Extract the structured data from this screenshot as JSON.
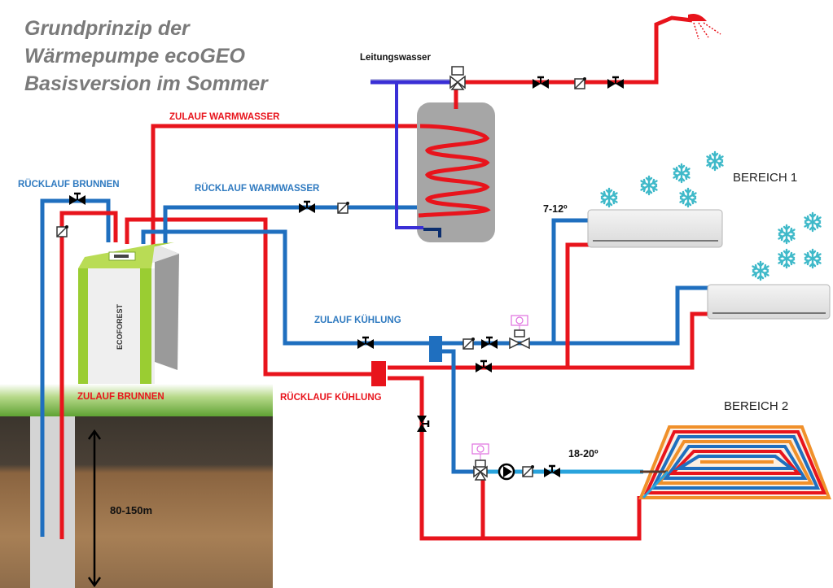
{
  "title": {
    "line1": "Grundprinzip der",
    "line2": "Wärmepumpe ecoGEO",
    "line3": "Basisversion im Sommer"
  },
  "labels": {
    "tap_water": "Leitungswasser",
    "hot_water_supply": "ZULAUF WARMWASSER",
    "hot_water_return": "RÜCKLAUF WARMWASSER",
    "well_return": "RÜCKLAUF BRUNNEN",
    "well_supply": "ZULAUF BRUNNEN",
    "cooling_supply": "ZULAUF KÜHLUNG",
    "cooling_return": "RÜCKLAUF KÜHLUNG",
    "zone1": "BEREICH 1",
    "zone2": "BEREICH 2",
    "temp_zone1": "7-12º",
    "temp_zone2": "18-20º",
    "borehole_depth": "80-150m",
    "brand": "ECOFOREST"
  },
  "colors": {
    "hot_pipe": "#e8141c",
    "cold_pipe": "#1f6fbf",
    "tap_pipe": "#3a2fd6",
    "light_pipe": "#29a3dc",
    "tank": "#a6a6a6",
    "heatpump_green": "#9acd32",
    "snowflake": "#3fb9c9",
    "title_gray": "#7a7a7a",
    "actuator": "#e070e0"
  },
  "icons": {
    "valve": "gate-valve-icon",
    "check_valve": "check-valve-icon",
    "three_way_valve": "three-way-valve-icon",
    "pump": "pump-icon",
    "shower": "shower-icon",
    "snowflake": "snowflake-icon"
  }
}
